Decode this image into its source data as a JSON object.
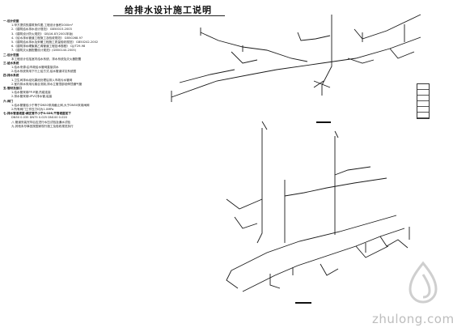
{
  "drawing": {
    "title": "给排水设计施工说明"
  },
  "notes": [
    "一.设计依据",
    "1.甲方提供的建筑条件图,工程设计面积2000m²",
    "2.《建筑给水排水设计规范》 GB50015-2003",
    "3.《建筑设计防火规范》 GBJ16-87(2001年版)",
    "4.《给水排水管道工程施工及验收规范》 GB50268-97",
    "5.《建筑给水排水及采暖工程施工质量验收规范》 GB50242-2002",
    "6.《建筑排水硬聚氯乙烯管道工程技术规程》 CJJ/T29-98",
    "7.《建筑灭火器配置设计规范》(GB50140-2005)",
    "二.设计范围",
    "本工程设计包括室内给水系统、排水系统及灭火器配置",
    "三.给水系统",
    "1.给水来源:由市政给水管网直接供水",
    "2.给水系统采用下行上给方式,给水管道详见系统图",
    "四.排水系统",
    "1.卫生间排水经化粪池处理后排入市政污水管网",
    "2.室内排水采用污废合流制,排水立管顶部设伸顶通气管",
    "五.管材及接口",
    "1.给水管采用PP-R管,热熔连接",
    "2.排水管采用UPVC排水管,粘接",
    "六.阀门",
    "1.给水管管径小于等于DN50采用截止阀,大于DN50采用闸阀",
    "2.所有阀门工作压力均为1.0MPa",
    "七.排水管道坡度:横支管不小于0.026,干管坡度如下",
    "DN50 0.035  DN75 0.025  DN100 0.020",
    "八.管道安装完毕后应进行水压试验及通水试验",
    "九.其他未尽事宜按国家现行施工及验收规范执行"
  ],
  "highlight_note_indexes": [
    0,
    8,
    10,
    13,
    16,
    19,
    22
  ],
  "legend": {
    "rows": [
      "",
      "",
      "",
      "",
      "",
      "",
      ""
    ]
  },
  "captions": {
    "upper_system": "",
    "lower_system": ""
  },
  "watermark": {
    "text": "zhulong.com"
  },
  "colors": {
    "line": "#1a1a1a",
    "text": "#222222",
    "watermark": "#bdbdbd",
    "background": "#ffffff"
  }
}
